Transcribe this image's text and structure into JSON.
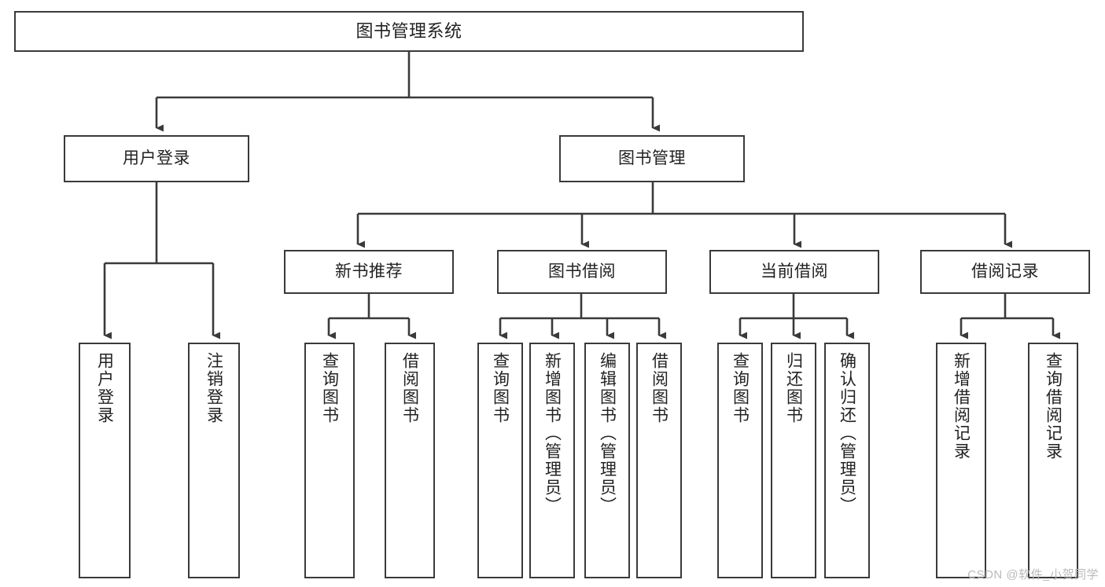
{
  "diagram": {
    "type": "tree-hierarchy",
    "title": "图书管理系统",
    "watermark": "CSDN @软件_小贺同学",
    "colors": {
      "border": "#3a3a3a",
      "background": "#ffffff",
      "text": "#222222",
      "edge": "#3a3a3a",
      "watermark": "#b9b9b9"
    },
    "levels": [
      {
        "level": 1,
        "nodes": [
          {
            "id": "root",
            "label": "图书管理系统",
            "orientation": "horizontal"
          }
        ]
      },
      {
        "level": 2,
        "nodes": [
          {
            "id": "login",
            "label": "用户登录",
            "orientation": "horizontal",
            "parent": "root"
          },
          {
            "id": "bookmgmt",
            "label": "图书管理",
            "orientation": "horizontal",
            "parent": "root"
          }
        ]
      },
      {
        "level": 3,
        "nodes": [
          {
            "id": "newbook",
            "label": "新书推荐",
            "orientation": "horizontal",
            "parent": "bookmgmt"
          },
          {
            "id": "borrow",
            "label": "图书借阅",
            "orientation": "horizontal",
            "parent": "bookmgmt"
          },
          {
            "id": "current",
            "label": "当前借阅",
            "orientation": "horizontal",
            "parent": "bookmgmt"
          },
          {
            "id": "record",
            "label": "借阅记录",
            "orientation": "horizontal",
            "parent": "bookmgmt"
          }
        ]
      },
      {
        "level": 4,
        "nodes": [
          {
            "id": "leaf1",
            "label": "用户登录",
            "orientation": "vertical",
            "parent": "login"
          },
          {
            "id": "leaf2",
            "label": "注销登录",
            "orientation": "vertical",
            "parent": "login"
          },
          {
            "id": "leaf3",
            "label": "查询图书",
            "orientation": "vertical",
            "parent": "newbook"
          },
          {
            "id": "leaf4",
            "label": "借阅图书",
            "orientation": "vertical",
            "parent": "newbook"
          },
          {
            "id": "leaf5",
            "label": "查询图书",
            "orientation": "vertical",
            "parent": "borrow"
          },
          {
            "id": "leaf6",
            "label": "新增图书（管理员）",
            "orientation": "vertical",
            "parent": "borrow"
          },
          {
            "id": "leaf7",
            "label": "编辑图书（管理员）",
            "orientation": "vertical",
            "parent": "borrow"
          },
          {
            "id": "leaf8",
            "label": "借阅图书",
            "orientation": "vertical",
            "parent": "borrow"
          },
          {
            "id": "leaf9",
            "label": "查询图书",
            "orientation": "vertical",
            "parent": "current"
          },
          {
            "id": "leaf10",
            "label": "归还图书",
            "orientation": "vertical",
            "parent": "current"
          },
          {
            "id": "leaf11",
            "label": "确认归还（管理员）",
            "orientation": "vertical",
            "parent": "current"
          },
          {
            "id": "leaf12",
            "label": "新增借阅记录",
            "orientation": "vertical",
            "parent": "record"
          },
          {
            "id": "leaf13",
            "label": "查询借阅记录",
            "orientation": "vertical",
            "parent": "record"
          }
        ]
      }
    ]
  }
}
